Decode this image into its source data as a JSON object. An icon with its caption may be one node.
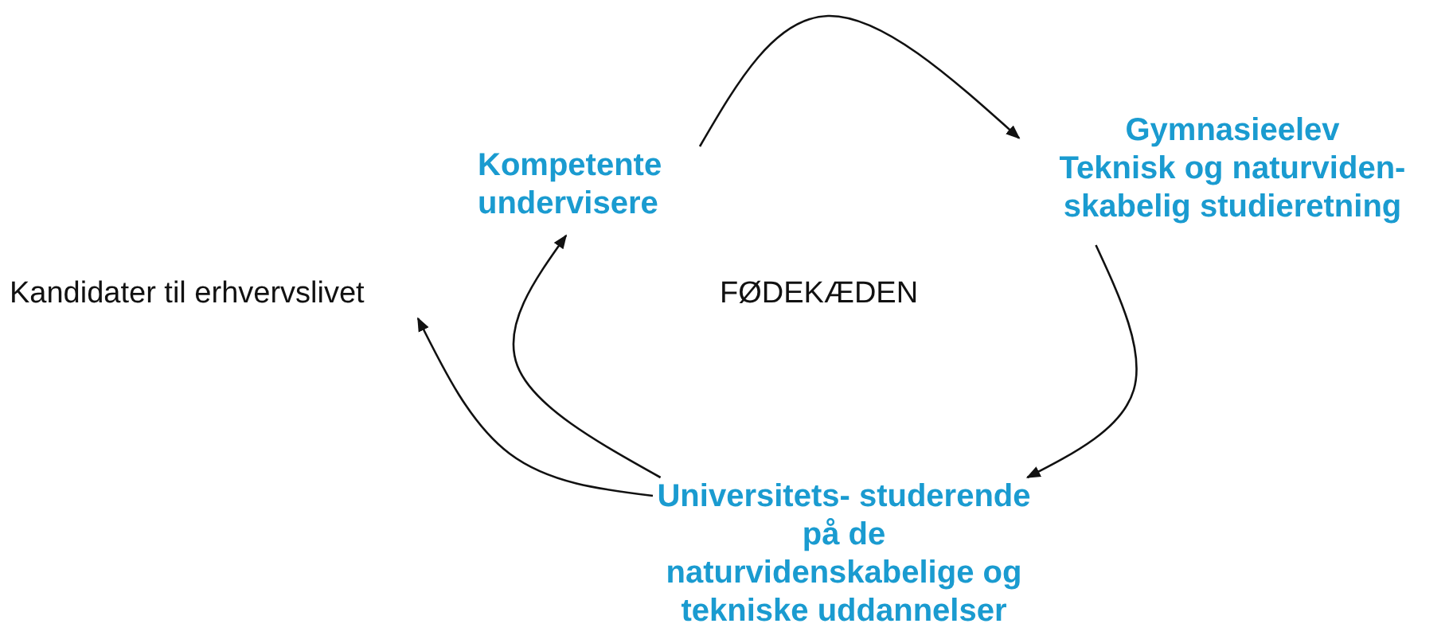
{
  "diagram": {
    "nodes": [
      {
        "text": [
          "Kompetente undervisere"
        ]
      },
      {
        "text": [
          "Gymnasieelev",
          "Teknisk og naturviden- skabelig studieretning"
        ]
      },
      {
        "text": [
          "Universitets- studerende på de naturvidenskabelige og tekniske uddannelser"
        ]
      },
      {
        "text": [
          "Kandidater til erhvervslivet"
        ]
      }
    ],
    "edges": [
      {
        "from": 0,
        "to": 1,
        "arrow": "to"
      },
      {
        "from": 1,
        "to": 2,
        "arrow": "to"
      },
      {
        "from": 2,
        "to": 0,
        "arrow": "to"
      },
      {
        "from": 2,
        "to": 3,
        "arrow": "to"
      }
    ],
    "labels": [
      "FØDEKÆDEN"
    ]
  }
}
